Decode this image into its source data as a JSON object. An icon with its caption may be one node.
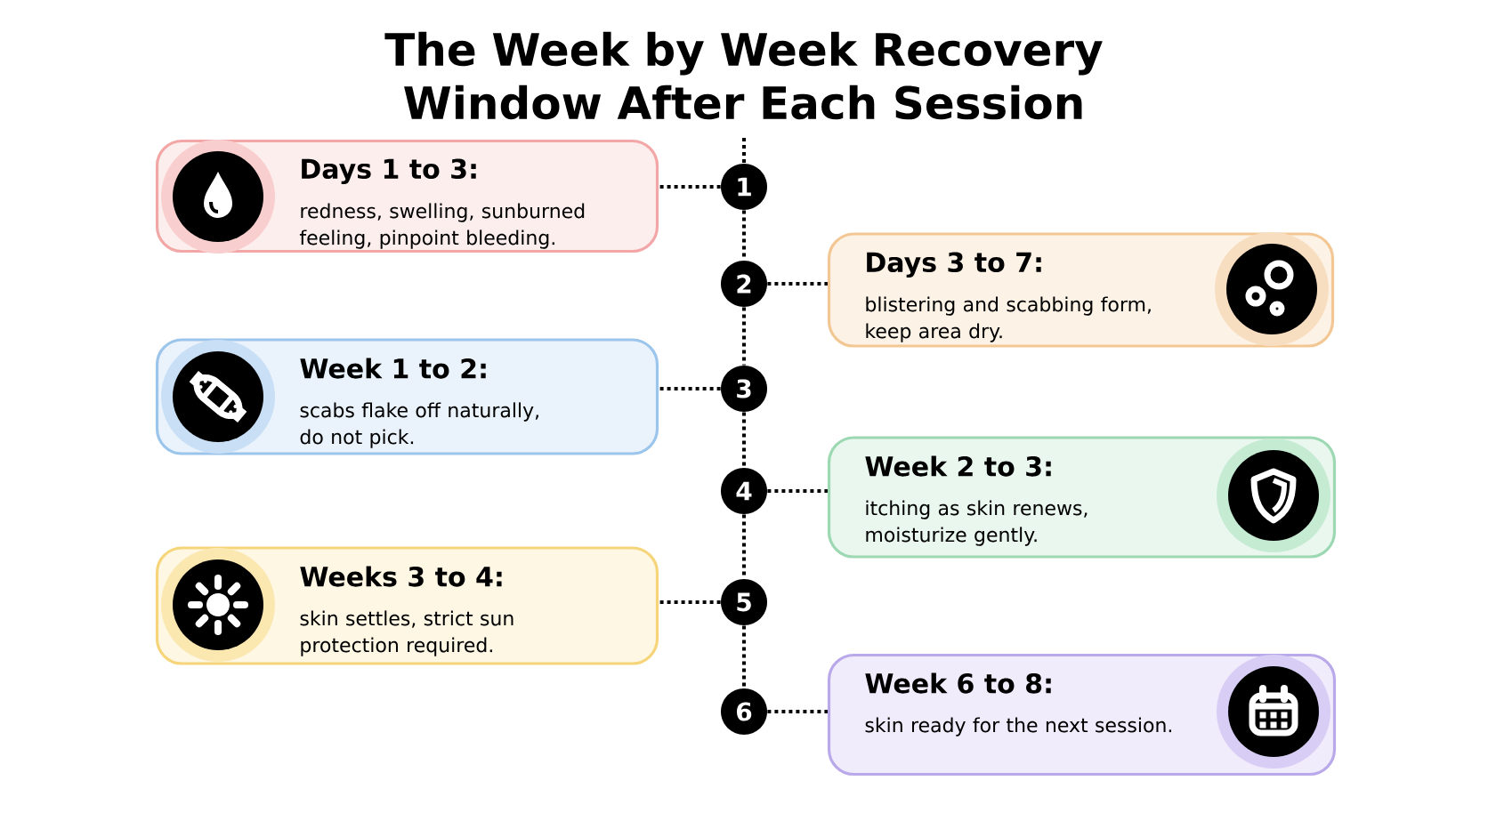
{
  "diagram": {
    "title": "The Week by Week Recovery Window After Each Session",
    "nodes": [
      {
        "text": [
          "Days 1 to 3:",
          "redness, swelling, sunburned feeling, pinpoint bleeding."
        ]
      },
      {
        "text": [
          "1"
        ]
      },
      {
        "text": [
          "Days 3 to 7:",
          "blistering and scabbing form, keep area dry."
        ]
      },
      {
        "text": [
          "2"
        ]
      },
      {
        "text": [
          "Week 1 to 2:",
          "scabs flake off naturally, do not pick."
        ]
      },
      {
        "text": [
          "3"
        ]
      },
      {
        "text": [
          "Week 2 to 3:",
          "itching as skin renews, moisturize gently."
        ]
      },
      {
        "text": [
          "4"
        ]
      },
      {
        "text": [
          "Weeks 3 to 4:",
          "skin settles, strict sun protection required."
        ]
      },
      {
        "text": [
          "5"
        ]
      },
      {
        "text": [
          "Week 6 to 8:",
          "skin ready for the next session."
        ]
      },
      {
        "text": [
          "6"
        ]
      }
    ],
    "edges": [
      {
        "from": null,
        "to": 1,
        "arrow": "none"
      },
      {
        "from": 1,
        "to": 0,
        "arrow": "none"
      },
      {
        "from": 1,
        "to": 3,
        "arrow": "none"
      },
      {
        "from": 3,
        "to": 2,
        "arrow": "none"
      },
      {
        "from": 3,
        "to": 5,
        "arrow": "none"
      },
      {
        "from": 5,
        "to": 4,
        "arrow": "none"
      },
      {
        "from": 5,
        "to": 7,
        "arrow": "none"
      },
      {
        "from": 7,
        "to": 6,
        "arrow": "none"
      },
      {
        "from": 7,
        "to": 9,
        "arrow": "none"
      },
      {
        "from": 9,
        "to": 8,
        "arrow": "none"
      },
      {
        "from": 9,
        "to": 11,
        "arrow": "none"
      },
      {
        "from": 11,
        "to": 10,
        "arrow": "none"
      }
    ]
  }
}
